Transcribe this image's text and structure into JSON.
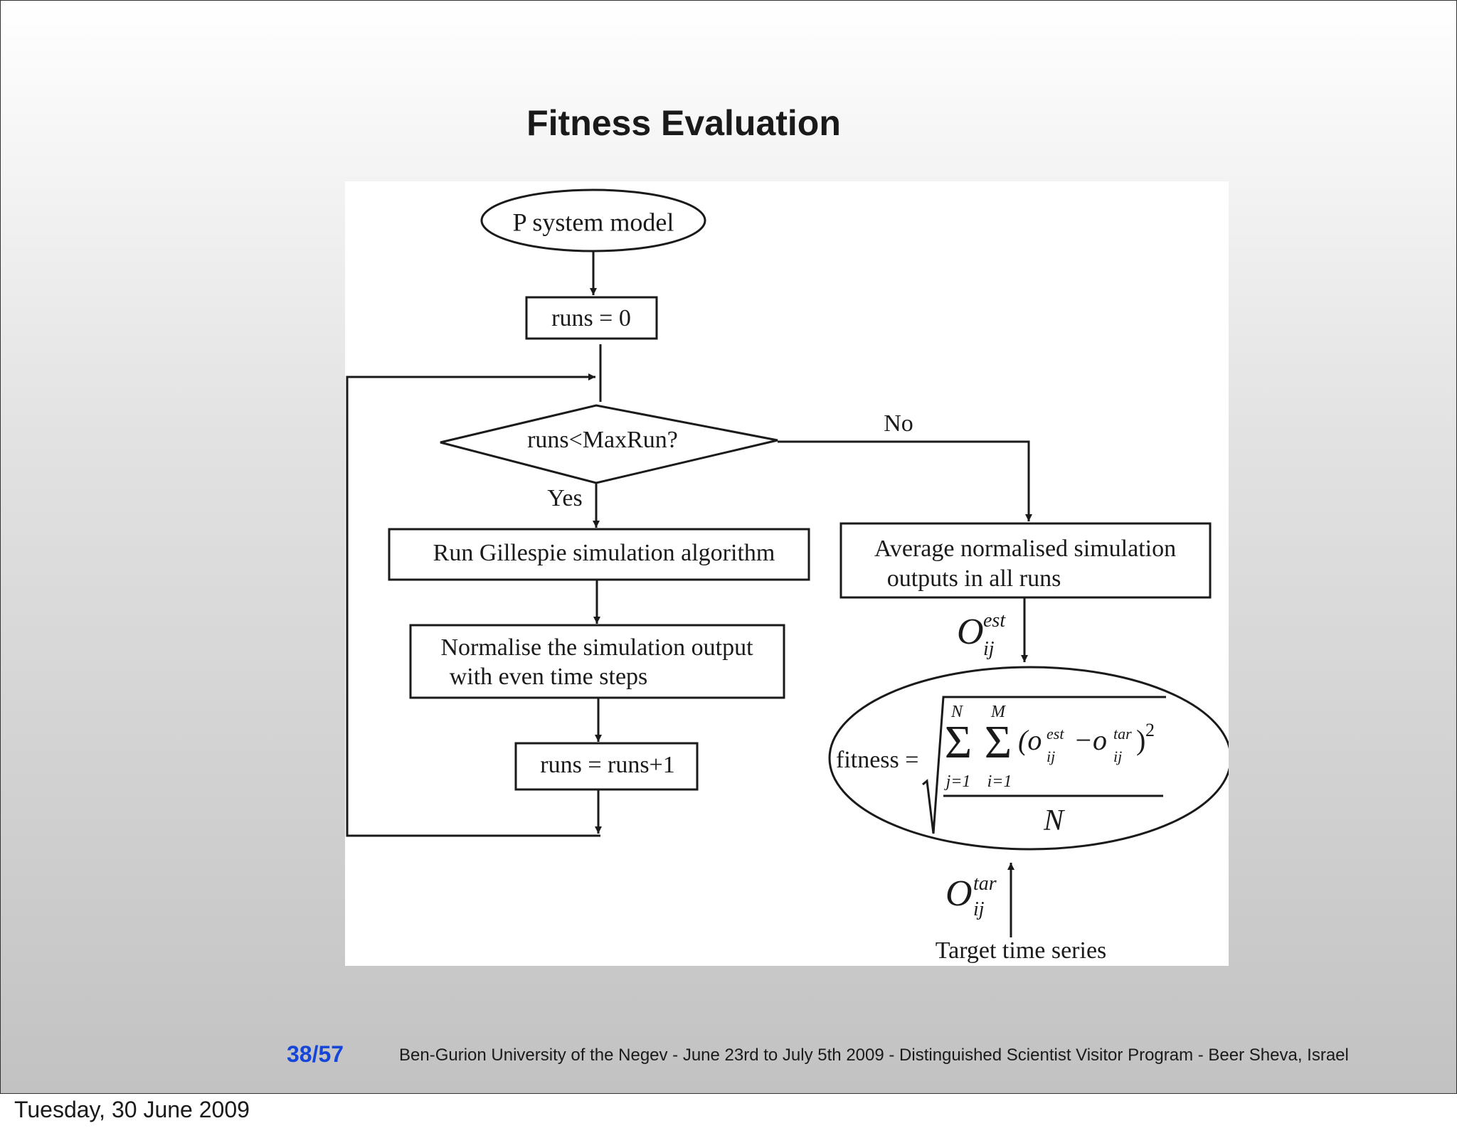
{
  "slide": {
    "title": "Fitness Evaluation",
    "page_number": "38/57",
    "footer": "Ben-Gurion University of the Negev - June 23rd to July 5th 2009 -  Distinguished Scientist Visitor Program - Beer Sheva, Israel",
    "date": "Tuesday, 30 June 2009"
  },
  "flowchart": {
    "start": "P system model",
    "init": "runs = 0",
    "decision": "runs<MaxRun?",
    "label_no": "No",
    "label_yes": "Yes",
    "run_sim": "Run Gillespie simulation algorithm",
    "normalise_line1": "Normalise the simulation output",
    "normalise_line2": "with even time steps",
    "increment": "runs = runs+1",
    "average_line1": "Average normalised simulation",
    "average_line2": "outputs in all runs",
    "est_symbol": "O",
    "est_sup": "est",
    "est_sub": "ij",
    "fitness_label": "fitness =",
    "sum_upper_N": "N",
    "sum_upper_M": "M",
    "sum_lower_j": "j=1",
    "sum_lower_i": "i=1",
    "formula_open": "(o",
    "formula_est_sup": "est",
    "formula_est_sub": "ij",
    "formula_minus": "−o",
    "formula_tar_sup": "tar",
    "formula_tar_sub": "ij",
    "formula_close": ")",
    "formula_square": "2",
    "denominator": "N",
    "tar_symbol": "O",
    "tar_sup": "tar",
    "tar_sub": "ij",
    "target_label": "Target time series"
  }
}
